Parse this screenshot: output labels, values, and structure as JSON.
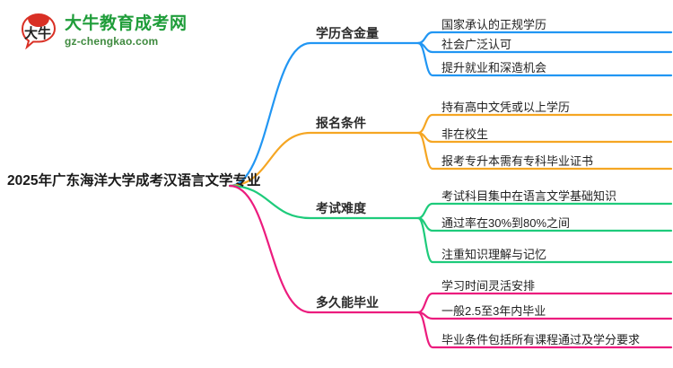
{
  "logo": {
    "mark_text": "大牛",
    "name": "大牛教育成考网",
    "url": "gz-chengkao.com",
    "brand_green": "#1f9d3a",
    "brand_red": "#d93025"
  },
  "mindmap": {
    "root": "2025年广东海洋大学成考汉语言文学专业",
    "branches": [
      {
        "label": "学历含金量",
        "color": "#2196F3",
        "leaves": [
          "国家承认的正规学历",
          "社会广泛认可",
          "提升就业和深造机会"
        ]
      },
      {
        "label": "报名条件",
        "color": "#F5A623",
        "leaves": [
          "持有高中文凭或以上学历",
          "非在校生",
          "报考专升本需有专科毕业证书"
        ]
      },
      {
        "label": "考试难度",
        "color": "#1ECB7B",
        "leaves": [
          "考试科目集中在语言文学基础知识",
          "通过率在30%到80%之间",
          "注重知识理解与记忆"
        ]
      },
      {
        "label": "多久能毕业",
        "color": "#EC1C7E",
        "leaves": [
          "学习时间灵活安排",
          "一般2.5至3年内毕业",
          "毕业条件包括所有课程通过及学分要求"
        ]
      }
    ]
  }
}
